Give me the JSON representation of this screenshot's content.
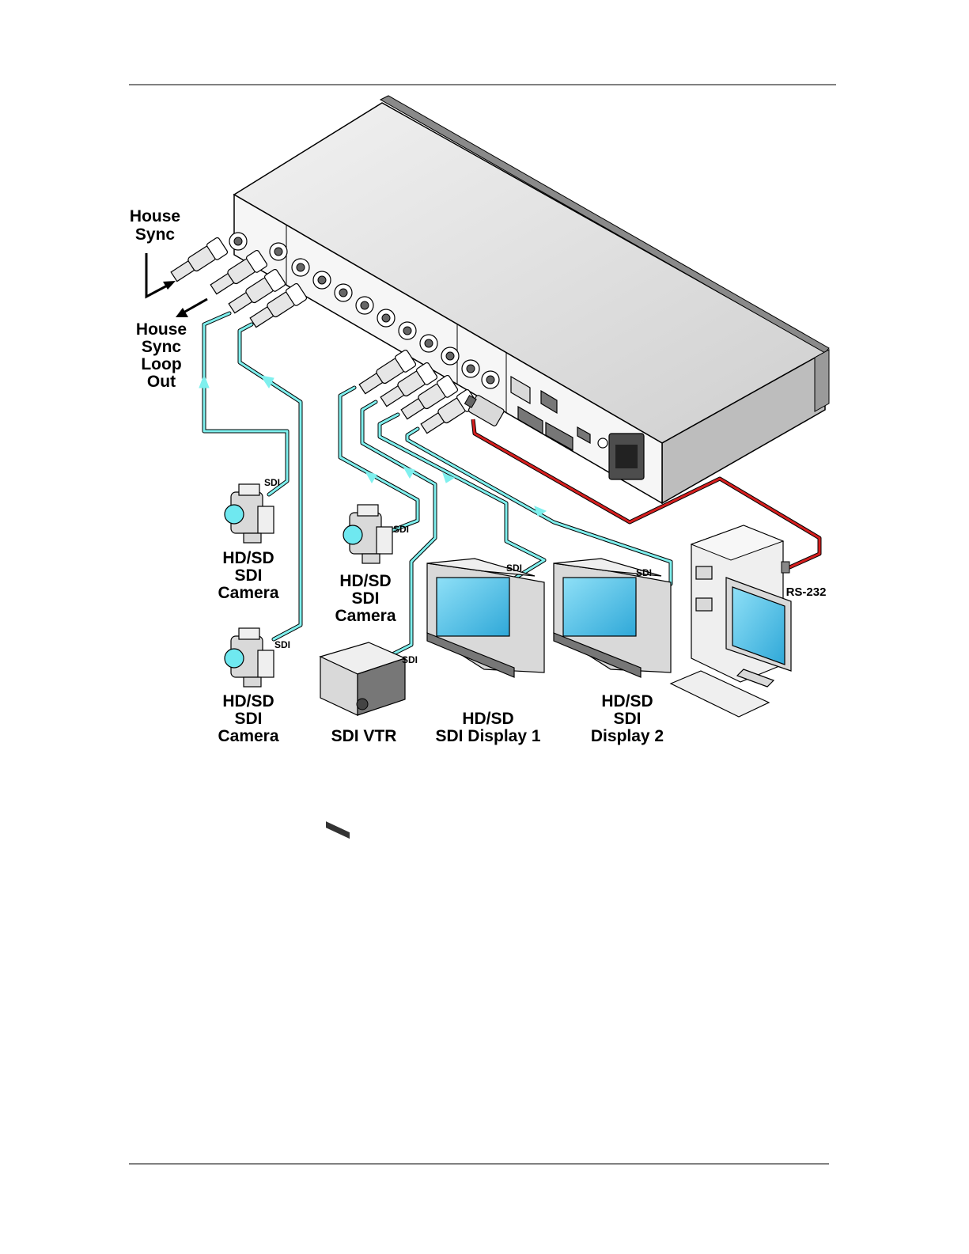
{
  "labels": {
    "house_sync": [
      "House",
      "Sync"
    ],
    "house_sync_loop_out": [
      "House",
      "Sync",
      "Loop",
      "Out"
    ],
    "camera_1": [
      "HD/SD",
      "SDI",
      "Camera"
    ],
    "camera_2": [
      "HD/SD",
      "SDI",
      "Camera"
    ],
    "camera_3": [
      "HD/SD",
      "SDI",
      "Camera"
    ],
    "vtr": "SDI VTR",
    "display_1": [
      "HD/SD",
      "SDI Display 1"
    ],
    "display_2": [
      "HD/SD",
      "SDI",
      "Display 2"
    ],
    "rs232": "RS-232",
    "sdi_tag": "SDI"
  },
  "colors": {
    "sdi_cable": "#7ff0ee",
    "rs232_cable": "#d61f1f",
    "screen": "#4fc3ea"
  }
}
